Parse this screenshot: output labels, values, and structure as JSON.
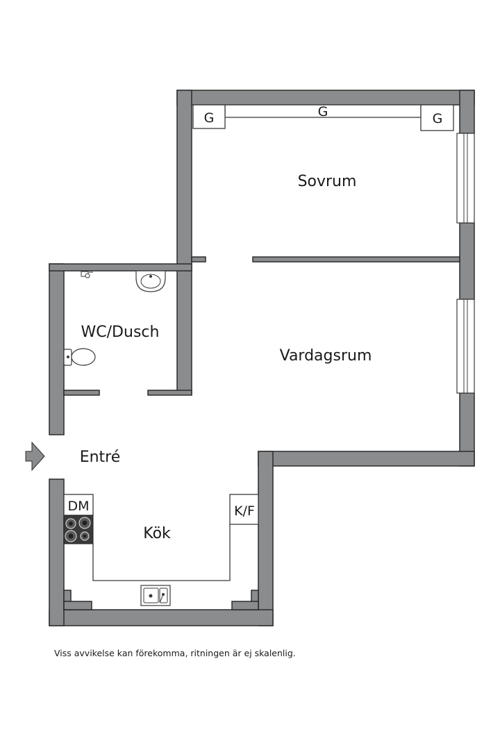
{
  "rooms": {
    "sovrum": "Sovrum",
    "vardagsrum": "Vardagsrum",
    "wc": "WC/Dusch",
    "entre": "Entré",
    "kok": "Kök"
  },
  "appliances": {
    "closet_left": "G",
    "closet_middle": "G",
    "closet_right": "G",
    "dishwasher": "DM",
    "fridge": "K/F"
  },
  "icons": {
    "entrance": "arrow-right-icon",
    "stove": "stove-icon",
    "sink": "sink-icon",
    "toilet": "toilet-icon",
    "washbasin": "washbasin-icon"
  },
  "colors": {
    "wall": "#8a8c8e",
    "outline": "#2b2b2b",
    "stove": "#3a3a3a"
  },
  "disclaimer": "Viss avvikelse kan förekomma, ritningen är ej skalenlig."
}
